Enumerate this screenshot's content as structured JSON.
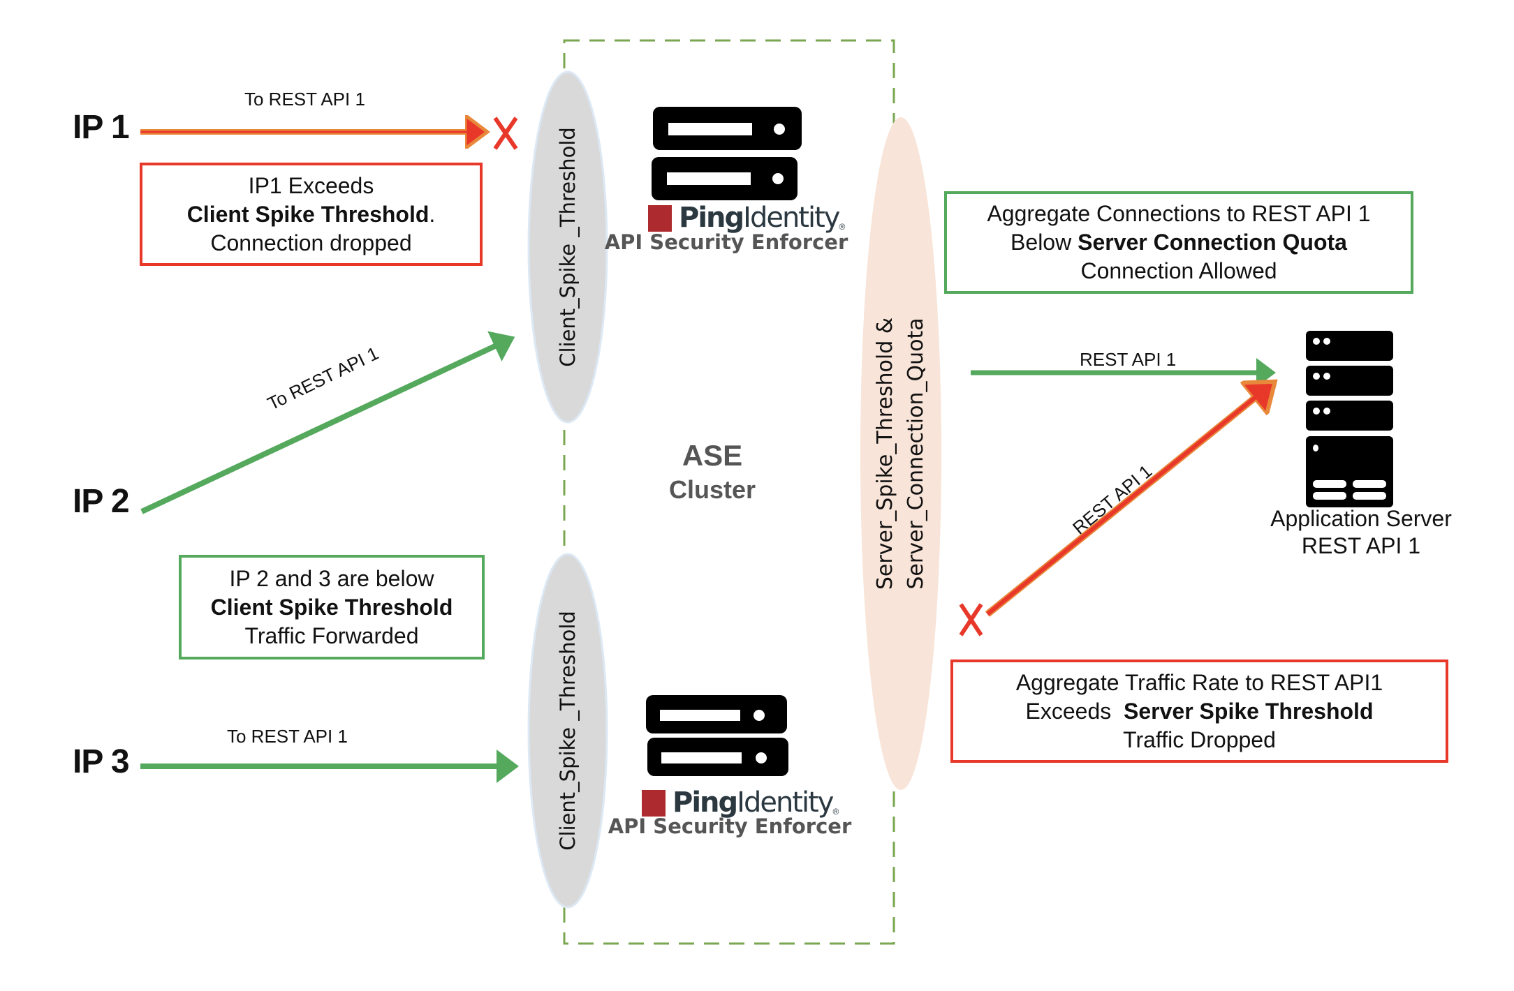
{
  "clients": [
    {
      "label": "IP 1",
      "flow_label": "To REST API 1",
      "status": "blocked"
    },
    {
      "label": "IP 2",
      "flow_label": "To REST API 1",
      "status": "forwarded"
    },
    {
      "label": "IP 3",
      "flow_label": "To REST API 1",
      "status": "forwarded"
    }
  ],
  "notes": {
    "ip1": {
      "line1": "IP1 Exceeds",
      "line2_bold": "Client Spike Threshold",
      "line2_tail": ".",
      "line3": "Connection dropped"
    },
    "ip23": {
      "line1": "IP 2 and 3 are below",
      "line2_bold": "Client Spike Threshold",
      "line3": "Traffic Forwarded"
    },
    "conn_quota": {
      "line1": "Aggregate Connections to REST API 1",
      "line2_pre": "Below ",
      "line2_bold": "Server Connection Quota",
      "line3": "Connection Allowed"
    },
    "spike": {
      "line1": "Aggregate Traffic Rate to REST API1",
      "line2_pre": "Exceeds  ",
      "line2_bold": "Server Spike Threshold",
      "line3": "Traffic Dropped"
    }
  },
  "ellipses": {
    "client_top": "Client_Spike _Threshold",
    "client_bottom": "Client_Spike _Threshold",
    "server_line1": "Server_Spike_Threshold &",
    "server_line2": "Server_Connection_Quota"
  },
  "cluster": {
    "title": "ASE",
    "subtitle": "Cluster"
  },
  "ase_nodes": [
    {
      "brand_bold": "Ping",
      "brand_light": "Identity",
      "reg": "®",
      "product": "API Security Enforcer"
    },
    {
      "brand_bold": "Ping",
      "brand_light": "Identity",
      "reg": "®",
      "product": "API Security Enforcer"
    }
  ],
  "server_flows": {
    "allowed_label": "REST API 1",
    "dropped_label": "REST API 1"
  },
  "app_server": {
    "line1": "Application Server",
    "line2": "REST API 1"
  },
  "colors": {
    "green": "#55a95d",
    "red": "#e8382a",
    "orange": "#e8883a",
    "dash_green": "#7aa64f",
    "client_ellipse": "#d9d9d9",
    "server_ellipse": "#f8e4d8",
    "ping_red": "#ad2a2e"
  }
}
